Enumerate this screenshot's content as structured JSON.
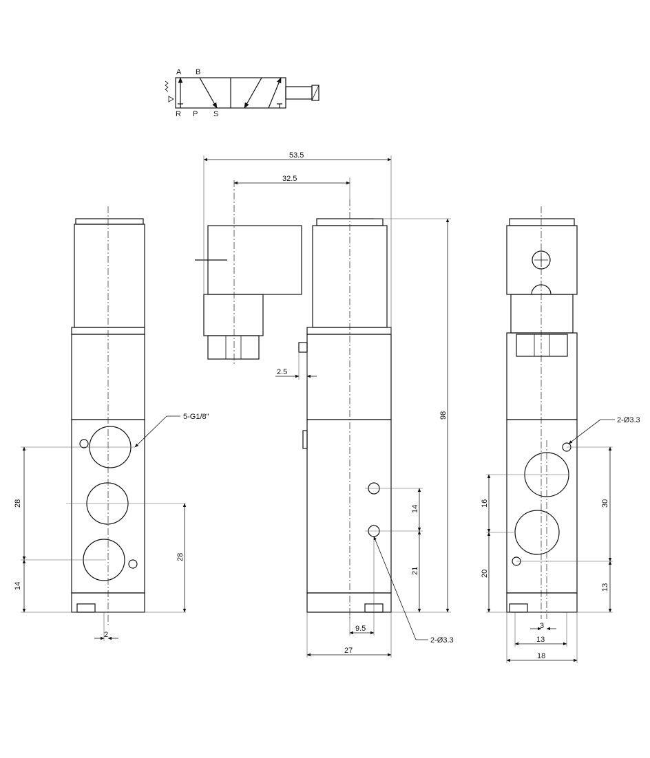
{
  "symbol": {
    "ports": [
      "A",
      "B",
      "R",
      "P",
      "S"
    ]
  },
  "dimensions": {
    "front_width": "53.5",
    "coil_center": "32.5",
    "height": "98",
    "pin_offset": "2.5",
    "hole_spacing": "14",
    "hole_bottom": "21",
    "hole_x": "9.5",
    "body_width": "27",
    "side_hole_label": "2-Ø3.3",
    "port_label": "5-G1/8\"",
    "left_28_a": "28",
    "left_28_b": "28",
    "left_14": "14",
    "left_2": "2",
    "right_16": "16",
    "right_20": "20",
    "right_30": "30",
    "right_13_v": "13",
    "right_3": "3",
    "right_13_h": "13",
    "right_18": "18",
    "right_hole_label": "2-Ø3.3"
  }
}
